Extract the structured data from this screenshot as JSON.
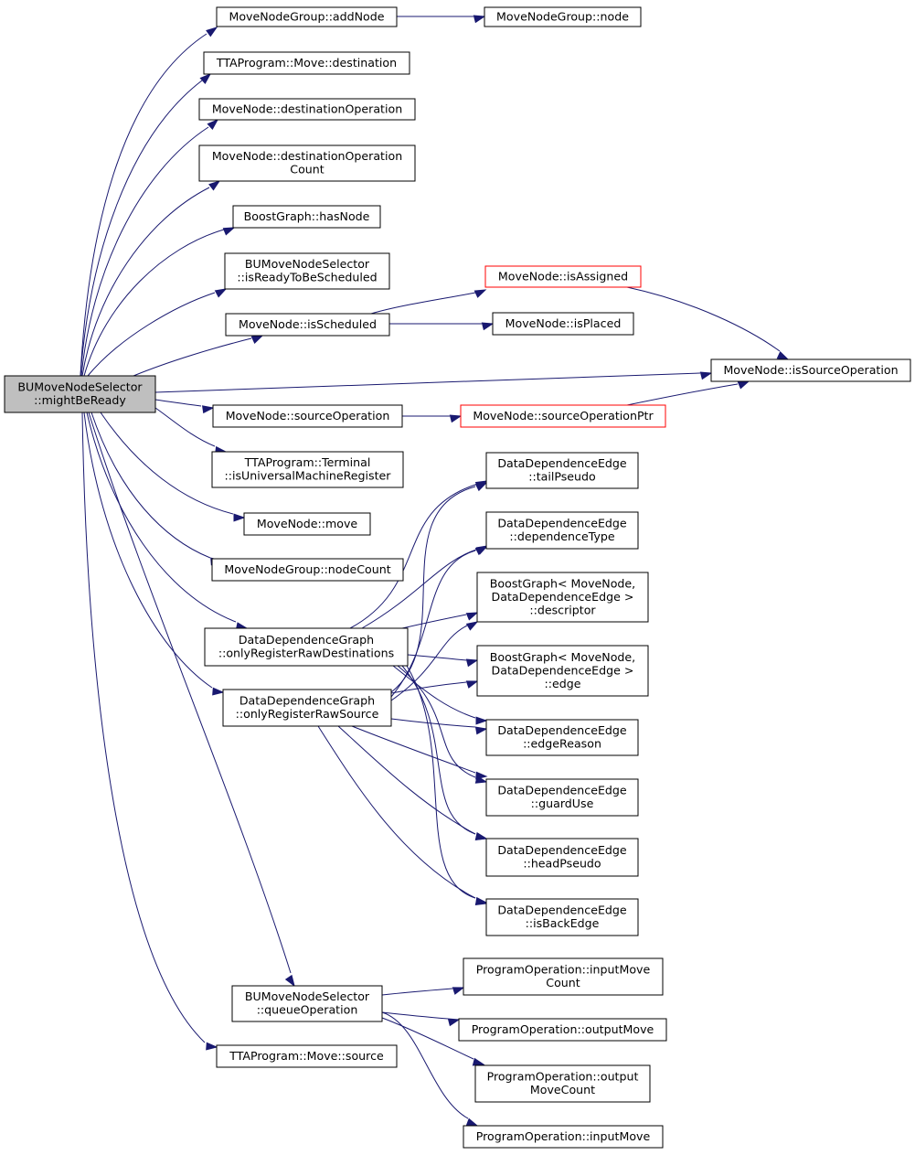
{
  "graph": {
    "colors": {
      "edge": "#191970",
      "root_fill": "#bfbfbf",
      "red_border": "#ff0000"
    },
    "nodes": [
      {
        "id": "root",
        "lines": [
          "BUMoveNodeSelector",
          "::mightBeReady"
        ]
      },
      {
        "id": "addNode",
        "lines": [
          "MoveNodeGroup::addNode"
        ]
      },
      {
        "id": "node",
        "lines": [
          "MoveNodeGroup::node"
        ]
      },
      {
        "id": "moveDestination",
        "lines": [
          "TTAProgram::Move::destination"
        ]
      },
      {
        "id": "destinationOperation",
        "lines": [
          "MoveNode::destinationOperation"
        ]
      },
      {
        "id": "destinationOperationCount",
        "lines": [
          "MoveNode::destinationOperation",
          "Count"
        ]
      },
      {
        "id": "hasNode",
        "lines": [
          "BoostGraph::hasNode"
        ]
      },
      {
        "id": "isReadyToBeScheduled",
        "lines": [
          "BUMoveNodeSelector",
          "::isReadyToBeScheduled"
        ]
      },
      {
        "id": "isScheduled",
        "lines": [
          "MoveNode::isScheduled"
        ]
      },
      {
        "id": "isAssigned",
        "lines": [
          "MoveNode::isAssigned"
        ]
      },
      {
        "id": "isPlaced",
        "lines": [
          "MoveNode::isPlaced"
        ]
      },
      {
        "id": "isSourceOperation",
        "lines": [
          "MoveNode::isSourceOperation"
        ]
      },
      {
        "id": "sourceOperation",
        "lines": [
          "MoveNode::sourceOperation"
        ]
      },
      {
        "id": "sourceOperationPtr",
        "lines": [
          "MoveNode::sourceOperationPtr"
        ]
      },
      {
        "id": "isUniversalMachineRegister",
        "lines": [
          "TTAProgram::Terminal",
          "::isUniversalMachineRegister"
        ]
      },
      {
        "id": "move",
        "lines": [
          "MoveNode::move"
        ]
      },
      {
        "id": "nodeCount",
        "lines": [
          "MoveNodeGroup::nodeCount"
        ]
      },
      {
        "id": "onlyRegisterRawDestinations",
        "lines": [
          "DataDependenceGraph",
          "::onlyRegisterRawDestinations"
        ]
      },
      {
        "id": "onlyRegisterRawSource",
        "lines": [
          "DataDependenceGraph",
          "::onlyRegisterRawSource"
        ]
      },
      {
        "id": "tailPseudo",
        "lines": [
          "DataDependenceEdge",
          "::tailPseudo"
        ]
      },
      {
        "id": "dependenceType",
        "lines": [
          "DataDependenceEdge",
          "::dependenceType"
        ]
      },
      {
        "id": "descriptor",
        "lines": [
          "BoostGraph< MoveNode,",
          "DataDependenceEdge >",
          "::descriptor"
        ]
      },
      {
        "id": "edge",
        "lines": [
          "BoostGraph< MoveNode,",
          "DataDependenceEdge >",
          "::edge"
        ]
      },
      {
        "id": "edgeReason",
        "lines": [
          "DataDependenceEdge",
          "::edgeReason"
        ]
      },
      {
        "id": "guardUse",
        "lines": [
          "DataDependenceEdge",
          "::guardUse"
        ]
      },
      {
        "id": "headPseudo",
        "lines": [
          "DataDependenceEdge",
          "::headPseudo"
        ]
      },
      {
        "id": "isBackEdge",
        "lines": [
          "DataDependenceEdge",
          "::isBackEdge"
        ]
      },
      {
        "id": "queueOperation",
        "lines": [
          "BUMoveNodeSelector",
          "::queueOperation"
        ]
      },
      {
        "id": "inputMoveCount",
        "lines": [
          "ProgramOperation::inputMove",
          "Count"
        ]
      },
      {
        "id": "outputMove",
        "lines": [
          "ProgramOperation::outputMove"
        ]
      },
      {
        "id": "outputMoveCount",
        "lines": [
          "ProgramOperation::output",
          "MoveCount"
        ]
      },
      {
        "id": "inputMove",
        "lines": [
          "ProgramOperation::inputMove"
        ]
      },
      {
        "id": "moveSource",
        "lines": [
          "TTAProgram::Move::source"
        ]
      }
    ]
  }
}
